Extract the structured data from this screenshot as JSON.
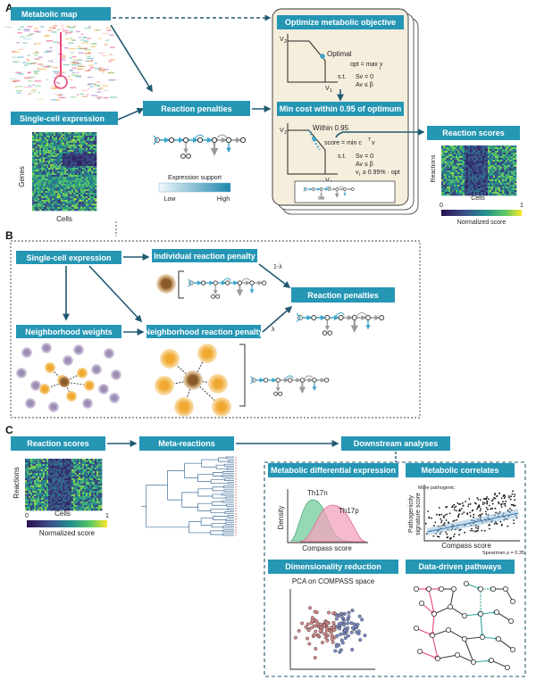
{
  "colors": {
    "header": "#2596b4",
    "arrow": "#215a70",
    "pink": "#e8467c",
    "teal": "#2aa39a",
    "node_blue": "#3ba4c8",
    "cell_purple": "#b4a7c8",
    "cell_orange": "#f0a830",
    "cell_brown": "#8a5a28"
  },
  "panel_a": {
    "letter": "A",
    "metabolic_map": "Metabolic map",
    "single_cell_expression": "Single-cell expression",
    "genes": "Genes",
    "cells": "Cells",
    "reaction_penalties": "Reaction penalties",
    "expression_support": "Expression support",
    "low": "Low",
    "high": "High",
    "optimize_objective": "Optimize metabolic objective",
    "optimal": "Optimal",
    "opt_eq": "opt = max v",
    "opt_sub": "i",
    "st": "s.t.",
    "sv0": "Sv = 0",
    "avb": "Av ≤ β",
    "v2": "V",
    "v2_sub": "2",
    "v1": "V",
    "v1_sub": "1",
    "min_cost": "Min cost within 0.95 of optimum",
    "within": "Within 0.95",
    "score_eq": "score = min c",
    "score_rest": "v",
    "score_sup": "T",
    "vi_ge": "v",
    "vi_ge_rest": "≥ 0.95% · opt",
    "vi_sub": "i",
    "reaction_scores": "Reaction scores",
    "reactions": "Reactions",
    "scale_min": "0",
    "scale_max": "1",
    "normalized_score": "Normalized score"
  },
  "panel_b": {
    "letter": "B",
    "single_cell_expression": "Single-cell expression",
    "individual_penalty": "Individual reaction penalty",
    "neighborhood_weights": "Neighborhood weights",
    "neighborhood_penalty": "Neighborhood reaction penalty",
    "reaction_penalties": "Reaction penalties",
    "one_minus_lambda": "1-λ",
    "lambda": "λ"
  },
  "panel_c": {
    "letter": "C",
    "reaction_scores": "Reaction scores",
    "reactions": "Reactions",
    "cells": "Cells",
    "scale_min": "0",
    "scale_max": "1",
    "normalized_score": "Normalized score",
    "meta_reactions": "Meta-reactions",
    "downstream": "Downstream analyses",
    "diff_expr": "Metabolic differential expression",
    "th17n": "Th17n",
    "th17p": "Th17p",
    "density": "Density",
    "compass_score": "Compass score",
    "correlates": "Metabolic correlates",
    "more_pathogenic": "More pathogenic",
    "pathogenicity": "Pathogenicity",
    "signature_score": "signature score",
    "spearman": "Spearman ρ = 0.35",
    "dim_red": "Dimensionality reduction",
    "pca": "PCA on COMPASS space",
    "pathways": "Data-driven pathways"
  }
}
